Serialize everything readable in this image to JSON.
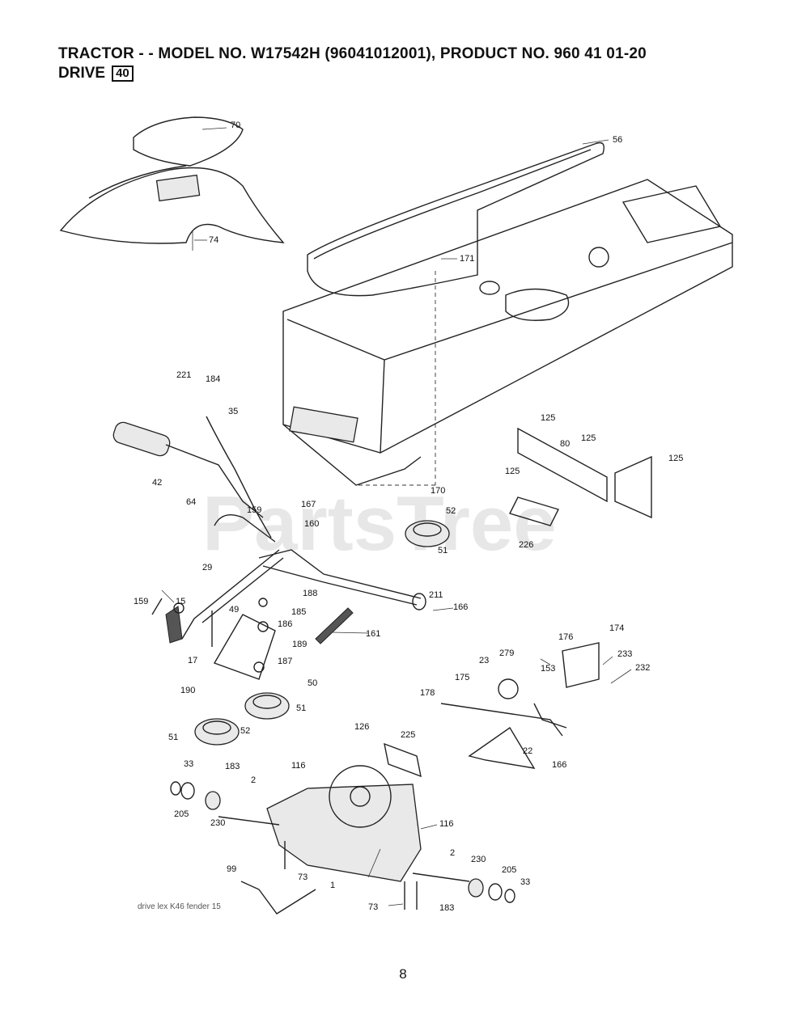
{
  "header": {
    "title": "TRACTOR - - MODEL NO. W17542H  (96041012001), PRODUCT NO. 960 41 01-20",
    "section_name": "DRIVE",
    "section_number": "40"
  },
  "watermark": "PartsTree",
  "caption": "drive lex K46 fender 15",
  "page_number": "8",
  "callouts": [
    "70",
    "56",
    "74",
    "171",
    "221",
    "184",
    "35",
    "42",
    "125",
    "80",
    "125",
    "125",
    "125",
    "170",
    "52",
    "51",
    "226",
    "64",
    "159",
    "167",
    "160",
    "29",
    "188",
    "159",
    "15",
    "49",
    "185",
    "186",
    "211",
    "166",
    "161",
    "189",
    "17",
    "187",
    "279",
    "176",
    "174",
    "153",
    "233",
    "232",
    "23",
    "175",
    "190",
    "50",
    "51",
    "178",
    "22",
    "166",
    "52",
    "51",
    "126",
    "225",
    "33",
    "183",
    "116",
    "2",
    "205",
    "230",
    "116",
    "99",
    "73",
    "1",
    "2",
    "230",
    "205",
    "33",
    "73",
    "183"
  ]
}
